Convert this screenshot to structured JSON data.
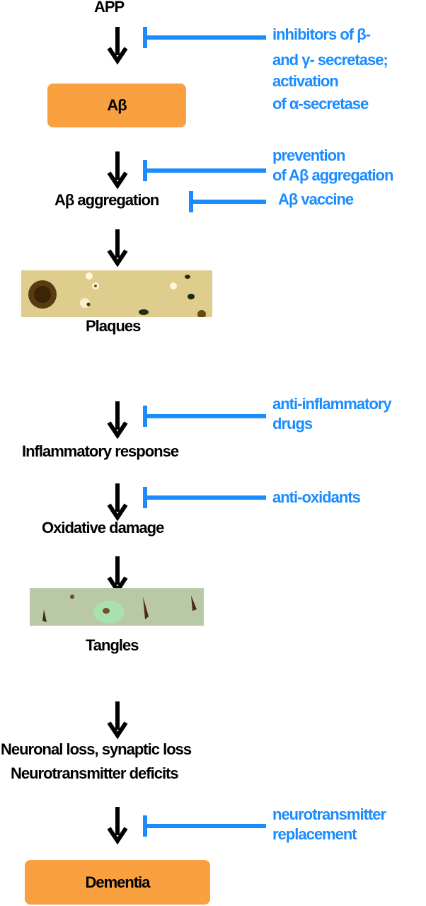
{
  "colors": {
    "accent": "#1a8cff",
    "box": "#f9a040"
  },
  "steps": {
    "app": "APP",
    "abeta": "Aβ",
    "aggregation": "Aβ aggregation",
    "plaques": "Plaques",
    "inflammatory": "Inflammatory response",
    "oxidative": "Oxidative damage",
    "tangles": "Tangles",
    "neuronal_loss": "Neuronal loss, synaptic loss",
    "neurotransmitter_deficits": "Neurotransmitter deficits",
    "dementia": "Dementia"
  },
  "interventions": {
    "secretase": [
      "inhibitors of β-",
      "and γ- secretase;",
      "activation",
      "of α-secretase"
    ],
    "prevention": [
      "prevention",
      "of Aβ aggregation"
    ],
    "vaccine": "Aβ vaccine",
    "anti_inflammatory": [
      "anti-inflammatory",
      "drugs"
    ],
    "antioxidants": "anti-oxidants",
    "replacement": [
      "neurotransmitter",
      "replacement"
    ]
  }
}
